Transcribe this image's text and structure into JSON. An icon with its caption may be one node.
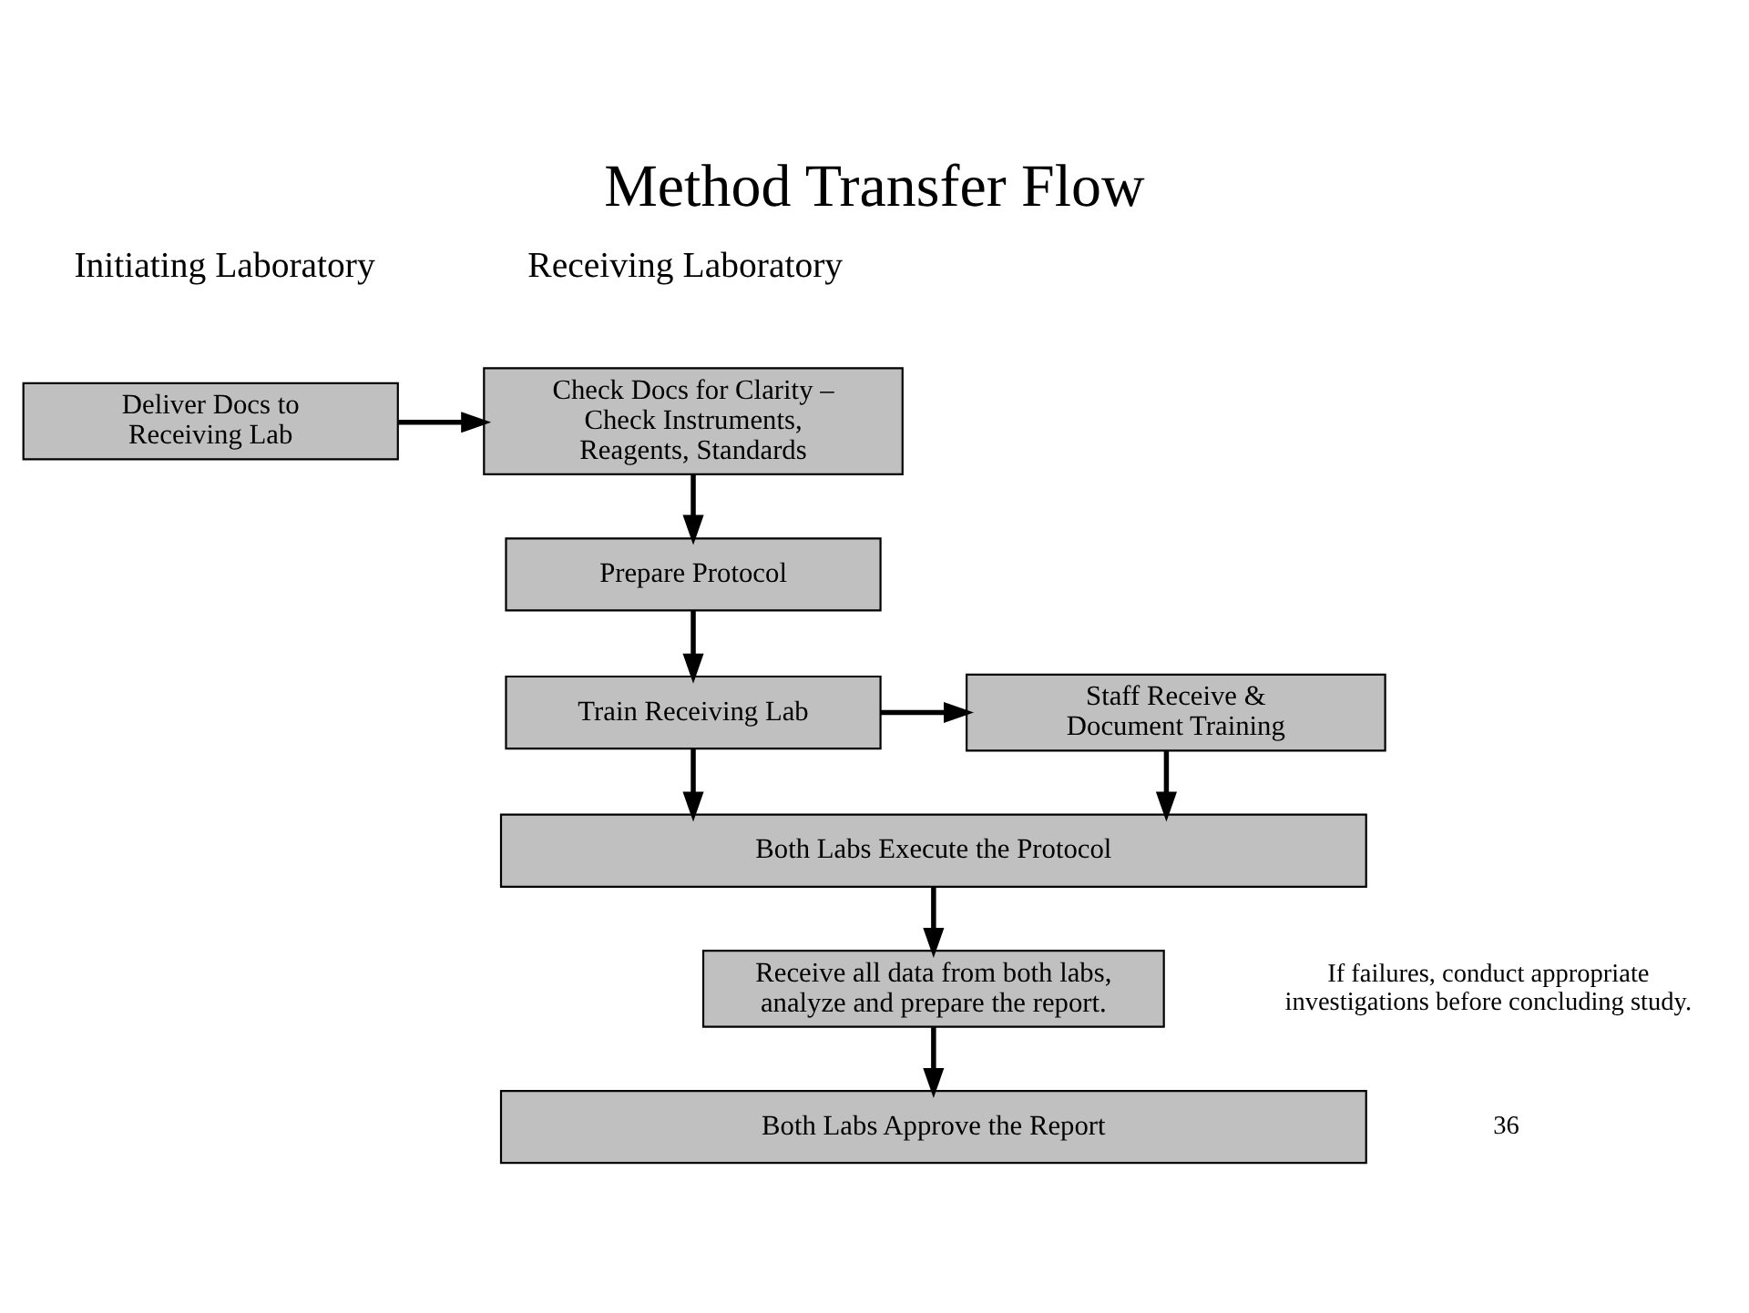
{
  "diagram": {
    "title": "Method Transfer Flow",
    "nodes": [
      {
        "text": [
          "Deliver Docs to Receiving Lab"
        ]
      },
      {
        "text": [
          "Check Docs for Clarity – Check Instruments, Reagents, Standards"
        ]
      },
      {
        "text": [
          "Prepare Protocol"
        ]
      },
      {
        "text": [
          "Train Receiving Lab"
        ]
      },
      {
        "text": [
          "Staff Receive & Document Training"
        ]
      },
      {
        "text": [
          "Both Labs Execute the Protocol"
        ]
      },
      {
        "text": [
          "Receive all data from both labs, analyze and prepare the report."
        ]
      },
      {
        "text": [
          "Both Labs Approve the Report"
        ]
      }
    ],
    "edges": [
      {
        "from": 0,
        "to": 1,
        "arrow": "to"
      },
      {
        "from": 1,
        "to": 2,
        "arrow": "to"
      },
      {
        "from": 2,
        "to": 3,
        "arrow": "to"
      },
      {
        "from": 3,
        "to": 4,
        "arrow": "to"
      },
      {
        "from": 3,
        "to": 5,
        "arrow": "to"
      },
      {
        "from": 4,
        "to": 5,
        "arrow": "to"
      },
      {
        "from": 5,
        "to": 6,
        "arrow": "to"
      },
      {
        "from": 6,
        "to": 7,
        "arrow": "to"
      }
    ],
    "labels": [
      "Initiating Laboratory",
      "Receiving Laboratory",
      "If failures, conduct appropriate investigations before concluding study.",
      "36"
    ]
  }
}
